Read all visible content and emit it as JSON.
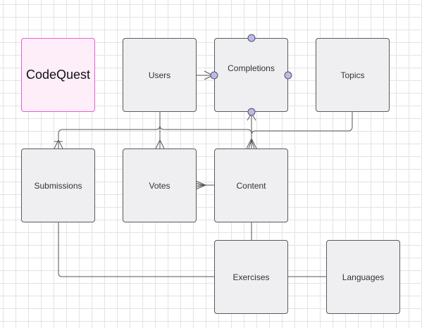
{
  "brand": {
    "label": "CodeQuest",
    "fill": "#fdeefa",
    "border": "#ea5fd0"
  },
  "entities": {
    "users": "Users",
    "completions": "Completions",
    "topics": "Topics",
    "submissions": "Submissions",
    "votes": "Votes",
    "content": "Content",
    "exercises": "Exercises",
    "languages": "Languages"
  },
  "relationships": [
    {
      "from": "users",
      "to": "completions",
      "end": "crow-foot-circle"
    },
    {
      "from": "users",
      "to": "submissions",
      "end": "crow-foot"
    },
    {
      "from": "users",
      "to": "votes",
      "end": "crow-foot"
    },
    {
      "from": "users",
      "to": "content",
      "end": "crow-foot"
    },
    {
      "from": "completions",
      "to": "content",
      "end": "crow-foot-circle"
    },
    {
      "from": "topics",
      "to": "content",
      "end": "crow-foot"
    },
    {
      "from": "content",
      "to": "votes",
      "end": "crow-foot"
    },
    {
      "from": "content",
      "to": "exercises",
      "end": "none"
    },
    {
      "from": "submissions",
      "to": "exercises",
      "end": "none"
    },
    {
      "from": "exercises",
      "to": "languages",
      "end": "none"
    }
  ],
  "colors": {
    "node_fill": "#efeff1",
    "node_border": "#5a5a5a",
    "edge": "#555555",
    "connector_handle": "#b9b9f3",
    "grid": "#e3e3e3"
  }
}
